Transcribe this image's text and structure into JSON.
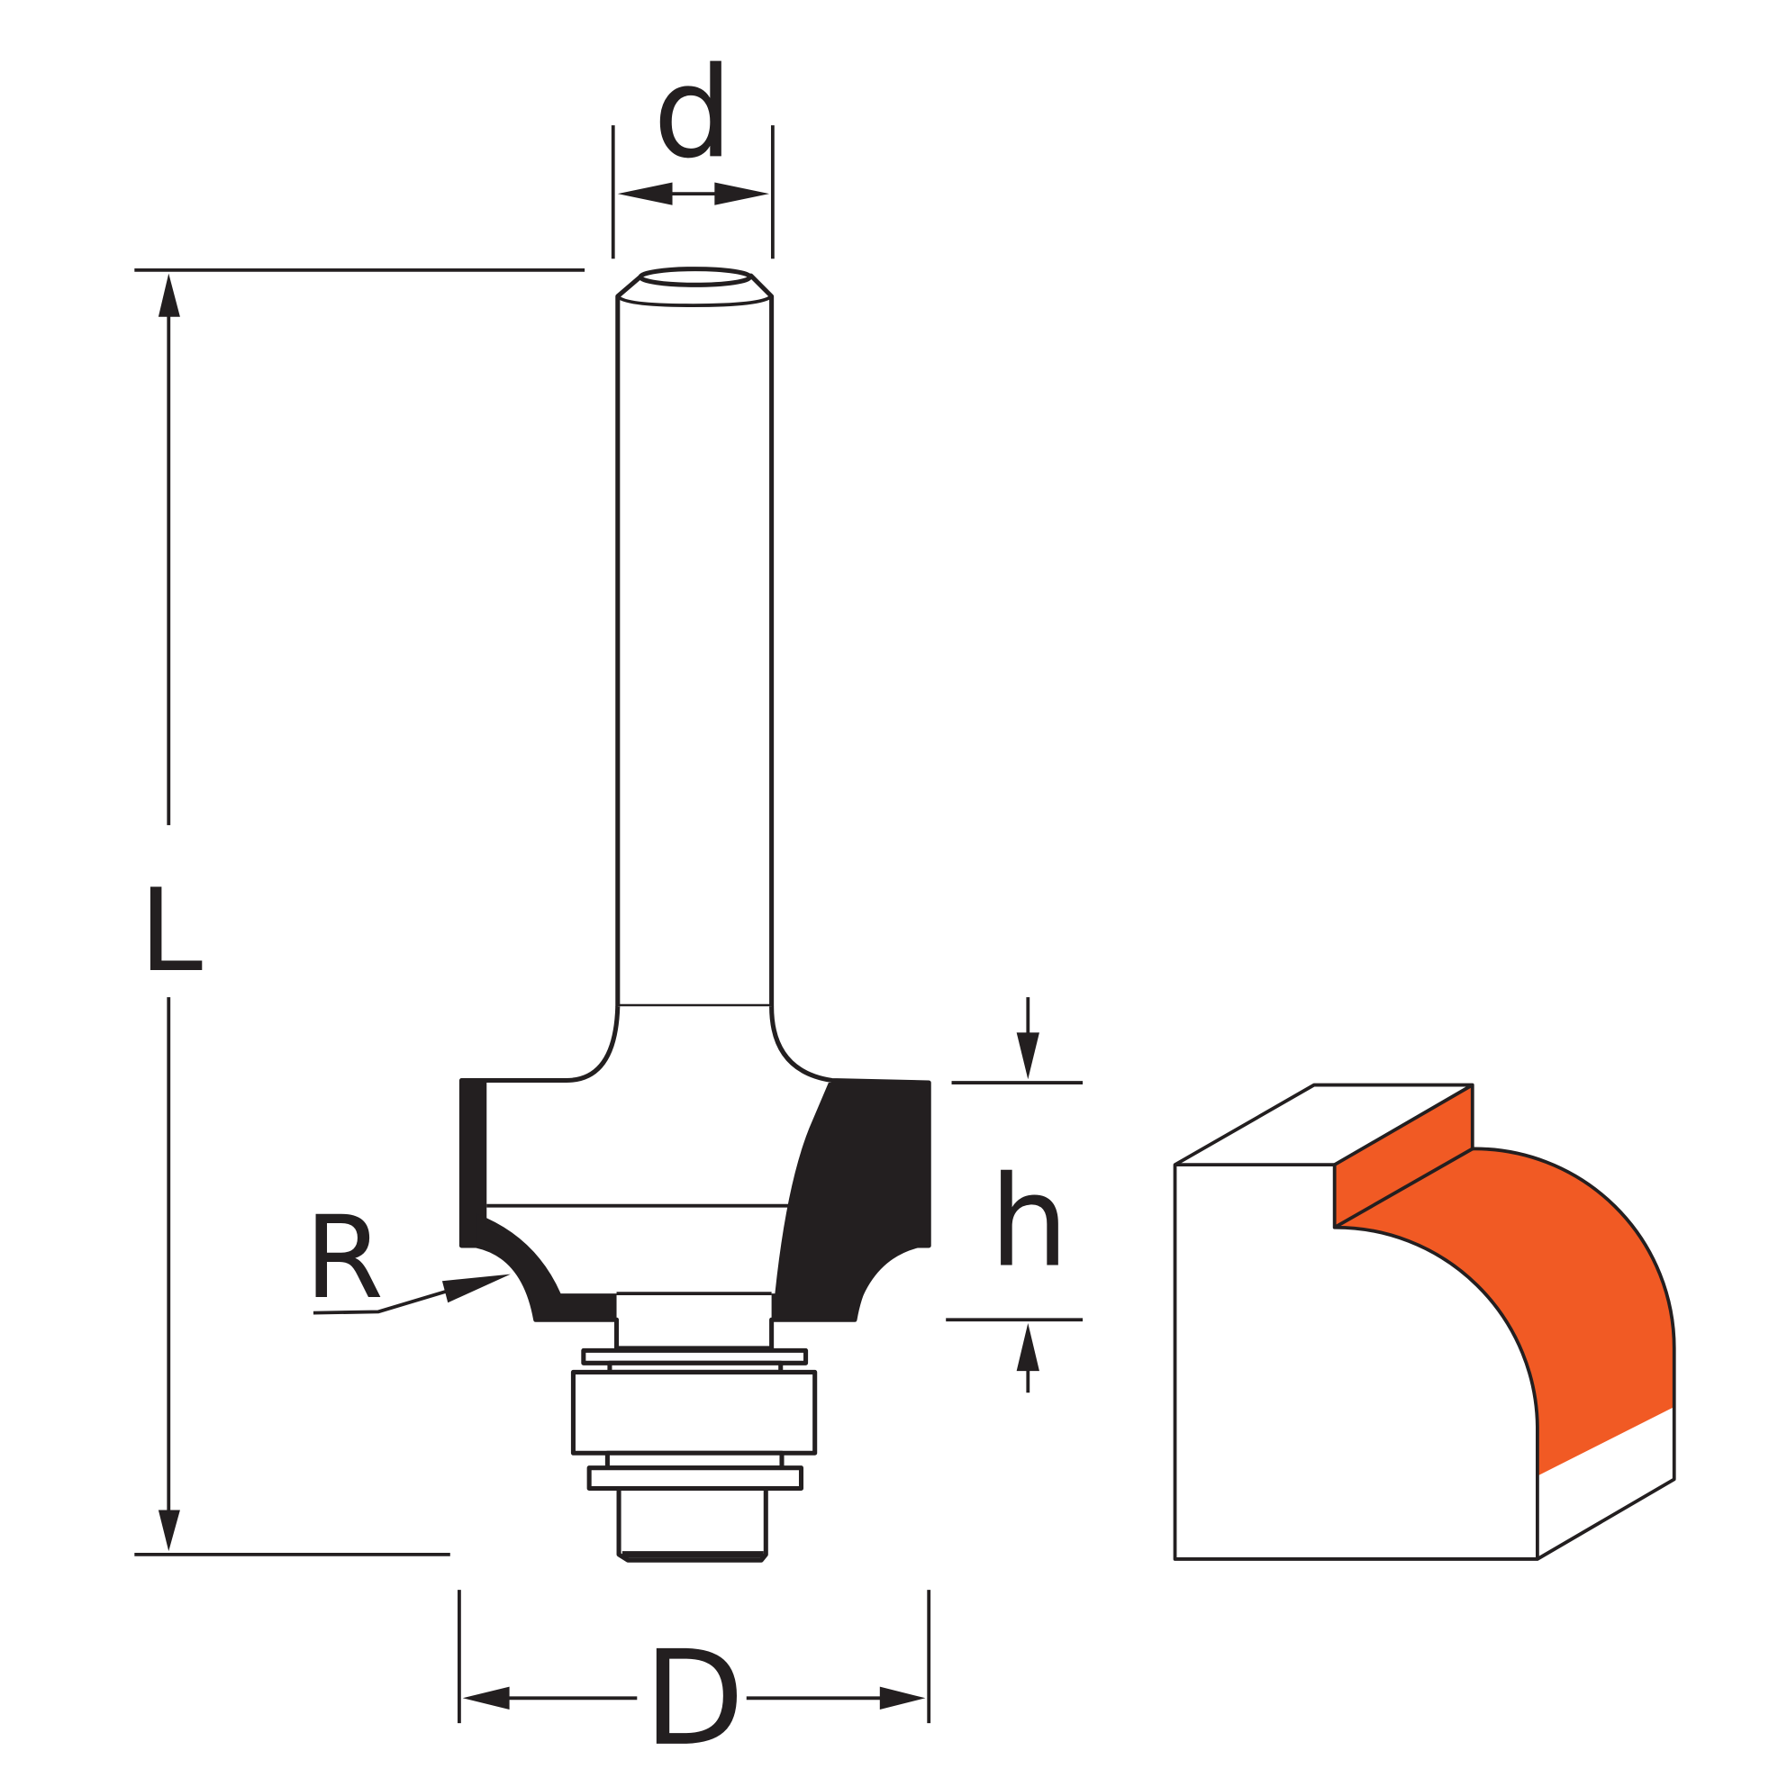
{
  "labels": {
    "d": "d",
    "L": "L",
    "h": "h",
    "R": "R",
    "D": "D"
  },
  "colors": {
    "line": "#231f20",
    "accent": "#f15a24",
    "background": "#ffffff"
  }
}
